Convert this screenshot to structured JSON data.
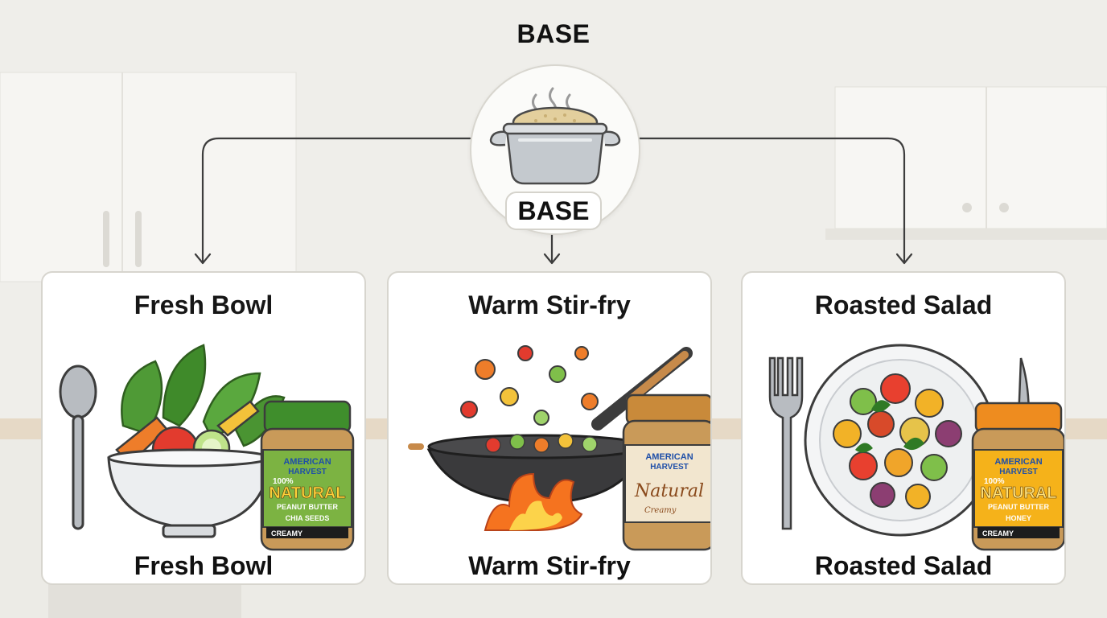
{
  "diagram": {
    "top_label": "BASE",
    "base_badge": "BASE",
    "cards": [
      {
        "title": "Fresh Bowl",
        "caption": "Fresh Bowl",
        "jar": {
          "line1": "AMERICAN",
          "line2": "HARVEST",
          "pct": "100%",
          "brand": "NATURAL",
          "product": "PEANUT BUTTER",
          "variant": "CHIA SEEDS",
          "texture": "CREAMY",
          "lid_color": "#3f8e2c",
          "label_color": "#7cb342"
        }
      },
      {
        "title": "Warm Stir-fry",
        "caption": "Warm Stir-fry",
        "jar": {
          "line1": "AMERICAN",
          "line2": "HARVEST",
          "brand": "Natural",
          "texture": "Creamy",
          "lid_color": "#c98a3a",
          "label_color": "#f2e6cf"
        }
      },
      {
        "title": "Roasted Salad",
        "caption": "Roasted Salad",
        "jar": {
          "line1": "AMERICAN",
          "line2": "HARVEST",
          "pct": "100%",
          "brand": "NATURAL",
          "product": "PEANUT BUTTER",
          "variant": "HONEY",
          "texture": "CREAMY",
          "lid_color": "#ee8c1f",
          "label_color": "#f5b21a"
        }
      }
    ]
  }
}
